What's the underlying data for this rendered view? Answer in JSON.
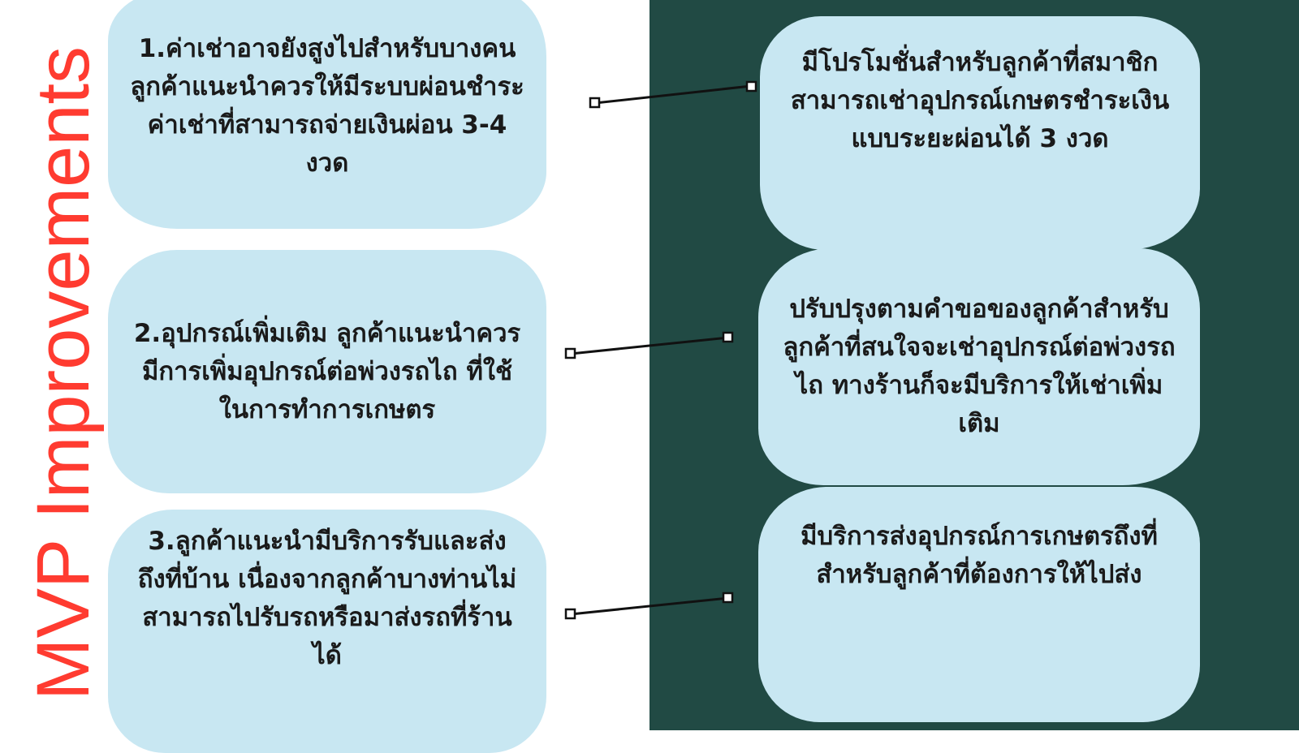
{
  "title": "MVP Improvements",
  "colors": {
    "background_left": "#ffffff",
    "background_right": "#214a44",
    "card": "#c8e7f2",
    "title": "#ff3b30",
    "text": "#1a1a1a"
  },
  "feedback": [
    {
      "text": "1.ค่าเช่าอาจยังสูงไปสำหรับบางคน ลูกค้าแนะนำควรให้มีระบบผ่อนชำระค่าเช่าที่สามารถจ่ายเงินผ่อน 3-4 งวด"
    },
    {
      "text": "2.อุปกรณ์เพิ่มเติม ลูกค้าแนะนำควรมีการเพิ่มอุปกรณ์ต่อพ่วงรถไถ ที่ใช้ในการทำการเกษตร"
    },
    {
      "text": "3.ลูกค้าแนะนำมีบริการรับและส่งถึงที่บ้าน เนื่องจากลูกค้าบางท่านไม่สามารถไปรับรถหรือมาส่งรถที่ร้านได้"
    }
  ],
  "improvements": [
    {
      "text": "มีโปรโมชั่นสำหรับลูกค้าที่สมาชิกสามารถเช่าอุปกรณ์เกษตรชำระเงินแบบระยะผ่อนได้ 3 งวด"
    },
    {
      "text": "ปรับปรุงตามคำขอของลูกค้าสำหรับลูกค้าที่สนใจจะเช่าอุปกรณ์ต่อพ่วงรถไถ ทางร้านก็จะมีบริการให้เช่าเพิ่มเติม"
    },
    {
      "text": "มีบริการส่งอุปกรณ์การเกษตรถึงที่ สำหรับลูกค้าที่ต้องการให้ไปส่ง"
    }
  ]
}
